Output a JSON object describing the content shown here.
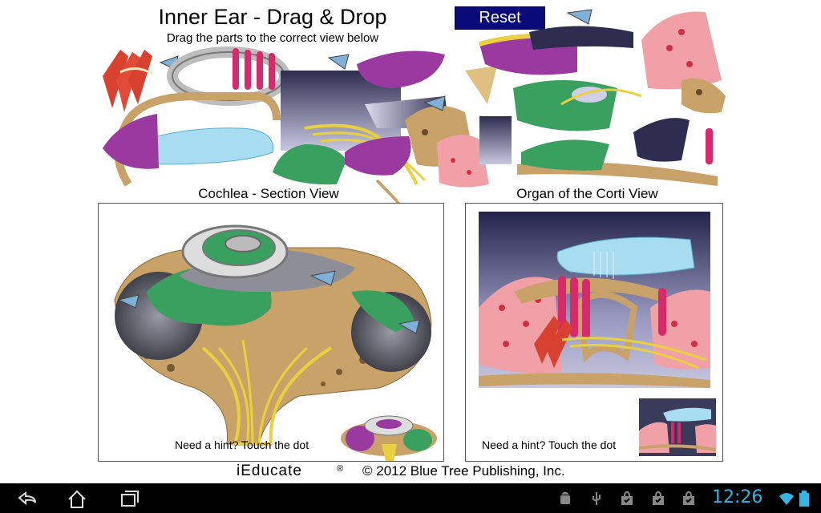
{
  "header": {
    "title": "Inner Ear - Drag & Drop",
    "subtitle": "Drag the parts to the correct view below",
    "reset_label": "Reset"
  },
  "panels": {
    "cochlea": {
      "label": "Cochlea - Section View",
      "hint": "Need a hint? Touch the dot"
    },
    "corti": {
      "label": "Organ of the Corti View",
      "hint": "Need a hint? Touch the dot"
    }
  },
  "footer": {
    "brand": "iEducate",
    "registered": "®",
    "copyright": "© 2012 Blue Tree Publishing, Inc."
  },
  "system_bar": {
    "clock": "12:26",
    "nav_icons": [
      "back-icon",
      "home-icon",
      "recent-apps-icon"
    ],
    "status_icons": [
      "android-debug-icon",
      "usb-icon",
      "shopping-bag-icon",
      "shopping-bag-icon",
      "shopping-bag-icon",
      "wifi-icon",
      "battery-icon"
    ]
  },
  "colors": {
    "reset_bg": "#0a0a7a",
    "clock": "#33b5e5",
    "green_tissue": "#3aa060",
    "purple_tissue": "#9a3aa0",
    "pink_cells": "#f2a0a8",
    "bone": "#c9a26a",
    "nerve": "#e8d040",
    "membrane_blue": "#a8dcf0"
  }
}
